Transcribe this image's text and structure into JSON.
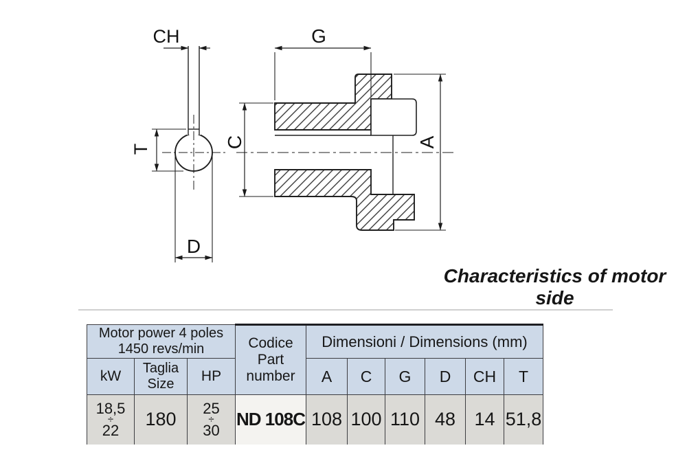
{
  "caption": "Characteristics of motor side",
  "drawing": {
    "labels": {
      "ch": "CH",
      "g": "G",
      "t": "T",
      "c": "C",
      "a": "A",
      "d": "D"
    }
  },
  "table": {
    "motor_power_header": {
      "line1": "Motor power 4 poles",
      "line2": "1450 revs/min"
    },
    "codice_header": {
      "line1": "Codice",
      "line2": "Part",
      "line3": "number"
    },
    "dimensions_header": "Dimensioni / Dimensions (mm)",
    "columns": {
      "kw": "kW",
      "taglia_line1": "Taglia",
      "taglia_line2": "Size",
      "hp": "HP",
      "dims": [
        "A",
        "C",
        "G",
        "D",
        "CH",
        "T"
      ]
    },
    "row": {
      "kw_range": {
        "from": "18,5",
        "divider": "÷",
        "to": "22"
      },
      "taglia": "180",
      "hp_range": {
        "from": "25",
        "divider": "÷",
        "to": "30"
      },
      "part_number": "ND 108C",
      "values": [
        "108",
        "100",
        "110",
        "48",
        "14",
        "51,8"
      ]
    }
  },
  "colors": {
    "header_bg": "#cdd9e8",
    "data_row_bg": "#dbdad6",
    "part_cell_bg": "#f4f3f0",
    "border": "#3c3c40",
    "ink": "#161616"
  }
}
